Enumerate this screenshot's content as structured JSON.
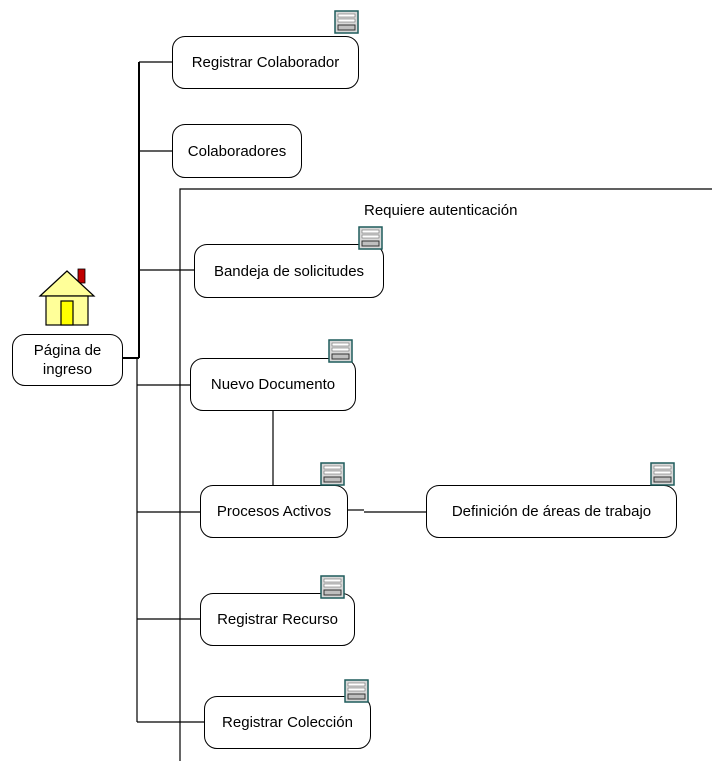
{
  "diagram": {
    "home": {
      "label": "Página de ingreso",
      "icon": "house-icon"
    },
    "auth_region": {
      "label": "Requiere autenticación"
    },
    "pages": [
      {
        "id": "registrar-colaborador",
        "label": "Registrar Colaborador",
        "icon": "page-form-icon"
      },
      {
        "id": "colaboradores",
        "label": "Colaboradores"
      },
      {
        "id": "bandeja-solicitudes",
        "label": "Bandeja de solicitudes",
        "icon": "page-form-icon"
      },
      {
        "id": "nuevo-documento",
        "label": "Nuevo Documento",
        "icon": "page-form-icon"
      },
      {
        "id": "procesos-activos",
        "label": "Procesos Activos",
        "icon": "page-form-icon"
      },
      {
        "id": "definicion-areas",
        "label": "Definición de áreas de trabajo",
        "icon": "page-form-icon"
      },
      {
        "id": "registrar-recurso",
        "label": "Registrar Recurso",
        "icon": "page-form-icon"
      },
      {
        "id": "registrar-coleccion",
        "label": "Registrar Colección",
        "icon": "page-form-icon"
      }
    ]
  }
}
